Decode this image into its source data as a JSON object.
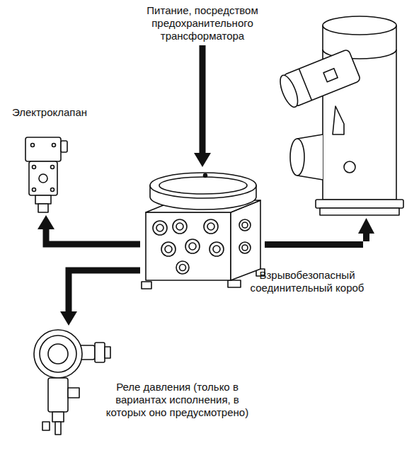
{
  "diagram": {
    "nodes": [
      {
        "text": [
          "Питание, посредством предохранительного трансформатора"
        ]
      },
      {
        "text": [
          "Электроклапан"
        ]
      },
      {
        "text": [
          "Взрывобезопасный соединительный короб"
        ]
      },
      {
        "text": [
          "Реле давления (только в вариантах исполнения, в которых оно предусмотрено)"
        ]
      }
    ],
    "edges": [
      {
        "from": 0,
        "to": 2,
        "arrow": "to"
      },
      {
        "from": 2,
        "to": 1,
        "arrow": "to"
      },
      {
        "from": 2,
        "to": 3,
        "arrow": "to"
      }
    ]
  }
}
